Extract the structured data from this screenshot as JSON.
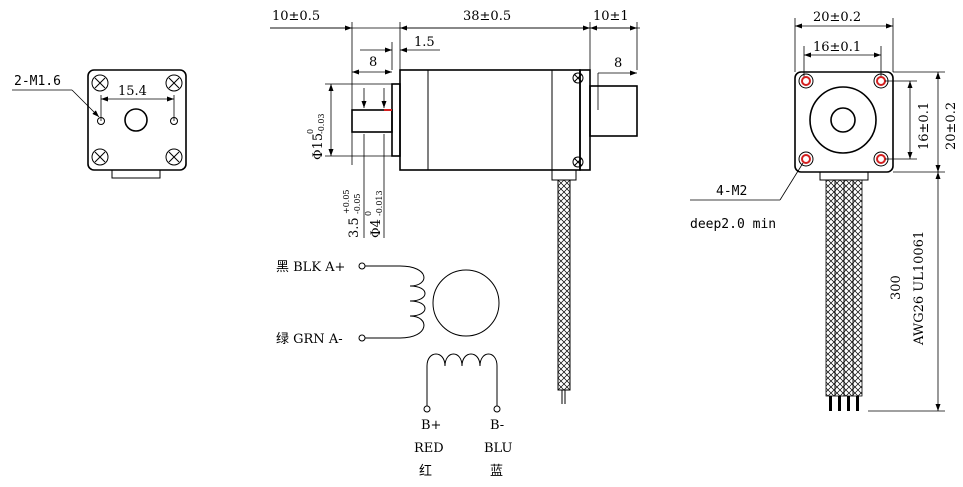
{
  "left_view": {
    "hole_callout": "2-M1.6",
    "hole_spacing": "15.4"
  },
  "side_view": {
    "dim_left": "10±0.5",
    "dim_body": "38±0.5",
    "dim_right": "10±1",
    "dim_step": "1.5",
    "dim_flange_left": "8",
    "dim_flange_right": "8",
    "dim_boss_dia_main": "Φ15",
    "dim_boss_dia_tol_upper": "0",
    "dim_boss_dia_tol_lower": "-0.03",
    "dim_shaft_flat_main": "3.5",
    "dim_shaft_flat_tol_upper": "+0.05",
    "dim_shaft_flat_tol_lower": "-0.05",
    "dim_shaft_dia_main": "Φ4",
    "dim_shaft_dia_tol_upper": "0",
    "dim_shaft_dia_tol_lower": "-0.013"
  },
  "front_view": {
    "dim_width": "20±0.2",
    "dim_hole_spacing_h": "16±0.1",
    "dim_hole_spacing_v": "16±0.1",
    "dim_height": "20±0.2",
    "screw_callout": "4-M2",
    "screw_depth": "deep2.0 min",
    "lead_length": "300",
    "wire_spec": "AWG26 UL10061"
  },
  "wiring": {
    "a_plus": "黑 BLK A+",
    "a_minus": "绿 GRN A-",
    "b_plus": "B+",
    "b_plus_color_en": "RED",
    "b_plus_color_cn": "红",
    "b_minus": "B-",
    "b_minus_color_en": "BLU",
    "b_minus_color_cn": "蓝"
  },
  "colors": {
    "line": "#000000",
    "accent_red": "#d42020"
  }
}
